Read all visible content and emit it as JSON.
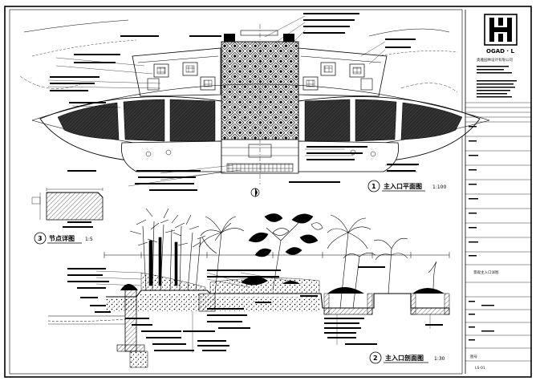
{
  "title_block": {
    "logo_text": "OGAD · L",
    "company": "奥雅园林设计有限公司",
    "drawing_name": "景观主入口详图",
    "sheet_label": "图号",
    "sheet_no": "LS-01"
  },
  "views": {
    "plan": {
      "number": "1",
      "title": "主入口平面图",
      "scale": "1:100"
    },
    "section": {
      "number": "2",
      "title": "主入口剖面图",
      "scale": "1:30"
    },
    "detail": {
      "number": "3",
      "title": "节点详图",
      "scale": "1:5"
    }
  },
  "colors": {
    "line": "#000000",
    "paper": "#ffffff",
    "hatch": "#333333"
  }
}
